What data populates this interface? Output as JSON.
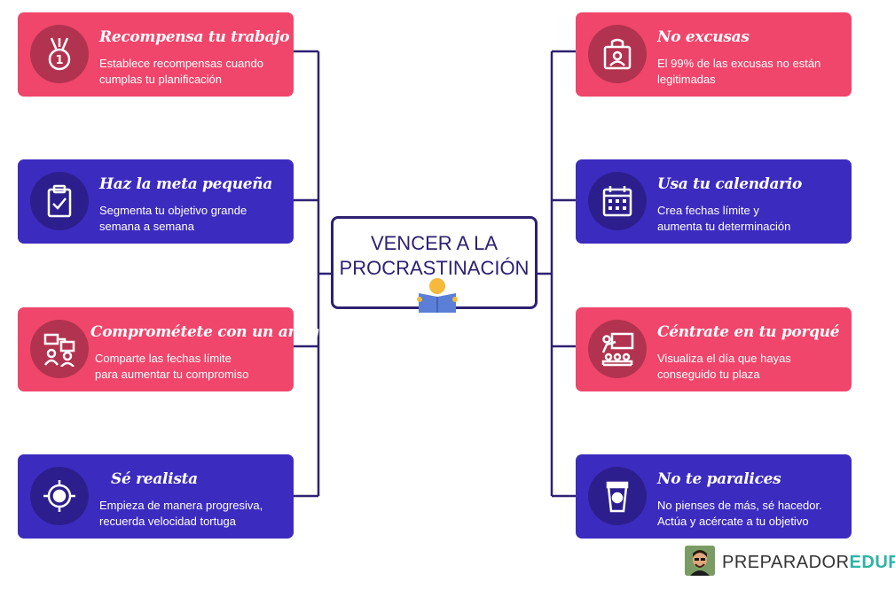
{
  "center": {
    "title_line1": "VENCER A LA",
    "title_line2": "PROCRASTINACIÓN",
    "icon": "reading-person-icon"
  },
  "cards": [
    {
      "title": "Recompensa tu trabajo",
      "desc1": "Establece recompensas cuando",
      "desc2": "cumplas tu planificación",
      "icon": "medal-icon",
      "color": "#f0466b"
    },
    {
      "title": "Haz la meta pequeña",
      "desc1": "Segmenta tu objetivo grande",
      "desc2": "semana a semana",
      "icon": "clipboard-check-icon",
      "color": "#3c2bbf"
    },
    {
      "title": "Comprométete con un amigo",
      "desc1": "Comparte las fechas límite",
      "desc2": "para aumentar tu compromiso",
      "icon": "people-board-icon",
      "color": "#f0466b"
    },
    {
      "title": "Sé realista",
      "desc1": "Empieza de manera progresiva,",
      "desc2": "recuerda velocidad tortuga",
      "icon": "target-icon",
      "color": "#3c2bbf"
    },
    {
      "title": "No excusas",
      "desc1": "El 99% de las excusas no están",
      "desc2": "legitimadas",
      "icon": "id-badge-icon",
      "color": "#f0466b"
    },
    {
      "title": "Usa tu calendario",
      "desc1": "Crea fechas límite y",
      "desc2": "aumenta tu determinación",
      "icon": "calendar-icon",
      "color": "#3c2bbf"
    },
    {
      "title": "Céntrate en tu porqué",
      "desc1": "Visualiza el día que hayas",
      "desc2": "conseguido tu plaza",
      "icon": "classroom-icon",
      "color": "#f0466b"
    },
    {
      "title": "No te paralices",
      "desc1": "No pienses de más, sé hacedor.",
      "desc2": "Actúa y acércate a tu objetivo",
      "icon": "coffee-cup-icon",
      "color": "#3c2bbf"
    }
  ],
  "brand": {
    "part1": "PREPARADOR",
    "part2": "EDUFIS"
  },
  "colors": {
    "pink": "#f0466b",
    "purple": "#3c2bbf",
    "line": "#2d2172",
    "brand_teal": "#2eb4a5"
  }
}
